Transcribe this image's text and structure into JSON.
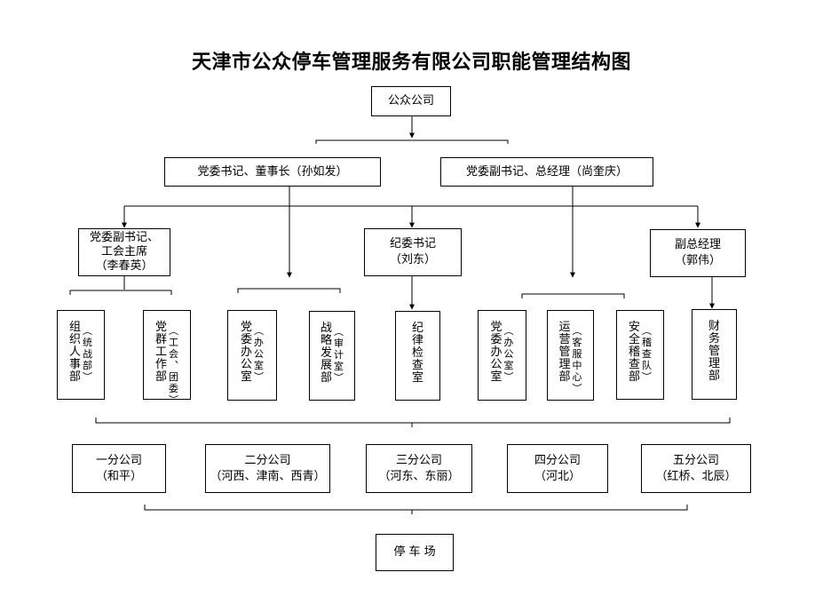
{
  "title": "天津市公众停车管理服务有限公司职能管理结构图",
  "nodes": {
    "company": "公众公司",
    "chairman": "党委书记、董事长（孙如发）",
    "gm": "党委副书记、总经理（尚奎庆）",
    "union_chair": {
      "line1": "党委副书记、",
      "line2": "工会主席",
      "line3": "（李春英）"
    },
    "discipline_sec": {
      "line1": "纪委书记",
      "line2": "（刘东）"
    },
    "deputy_gm": {
      "line1": "副总经理",
      "line2": "（郭伟）"
    },
    "departments": [
      {
        "name": "组织人事部",
        "paren": "（统战部）"
      },
      {
        "name": "党群工作部",
        "paren": "（工会、团委）"
      },
      {
        "name": "党委办公室",
        "paren": "（办公室）"
      },
      {
        "name": "战略发展部",
        "paren": "（审计室）"
      },
      {
        "name": "纪律检查室",
        "paren": ""
      },
      {
        "name": "党委办公室",
        "paren": "（办公室）"
      },
      {
        "name": "运营管理部",
        "paren": "（客服中心）"
      },
      {
        "name": "安全稽查部",
        "paren": "（稽查队）"
      },
      {
        "name": "财务管理部",
        "paren": ""
      }
    ],
    "branches": [
      {
        "name": "一分公司",
        "area": "（和平）"
      },
      {
        "name": "二分公司",
        "area": "（河西、津南、西青）"
      },
      {
        "name": "三分公司",
        "area": "（河东、东丽）"
      },
      {
        "name": "四分公司",
        "area": "（河北）"
      },
      {
        "name": "五分公司",
        "area": "（红桥、北辰）"
      }
    ],
    "parking": "停 车 场"
  }
}
